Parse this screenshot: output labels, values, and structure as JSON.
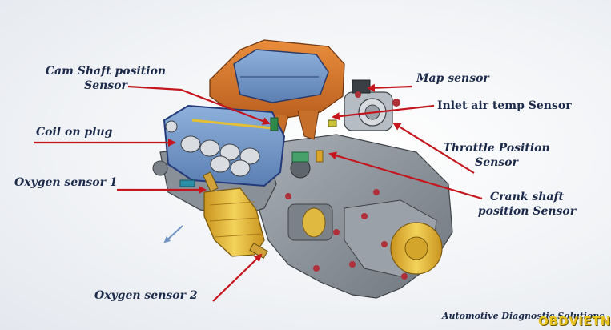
{
  "labels": {
    "cam_shaft": "Cam Shaft position\nSensor",
    "coil_on_plug": "Coil on plug",
    "oxygen_sensor_1": "Oxygen sensor 1",
    "oxygen_sensor_2": "Oxygen sensor 2",
    "map_sensor": "Map sensor",
    "inlet_air_temp": "Inlet air temp Sensor",
    "throttle_position": "Throttle Position\nSensor",
    "crank_shaft": "Crank shaft\nposition Sensor"
  },
  "footer": {
    "caption": "Automotive Diagnostic Solutions",
    "watermark": "OBDVIETNAM"
  },
  "colors": {
    "arrow": "#c4161c",
    "label_text": "#1c2a4a",
    "intake_orange": "#d9782e",
    "cover_blue": "#6f93c4",
    "block_grey": "#8c939b",
    "catalyst_yellow": "#e8bd3a"
  }
}
